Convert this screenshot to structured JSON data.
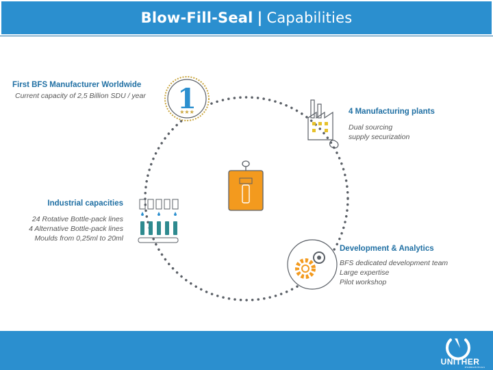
{
  "header": {
    "title_part1": "Blow-Fill-Seal",
    "separator": "|",
    "title_part2": "Capabilities"
  },
  "sections": {
    "first_bfs": {
      "heading": "First BFS Manufacturer Worldwide",
      "lines": [
        "Current capacity of 2,5 Billion SDU / year"
      ]
    },
    "manufacturing": {
      "heading": "4 Manufacturing plants",
      "lines": [
        "Dual sourcing",
        "supply securization"
      ]
    },
    "industrial": {
      "heading": "Industrial capacities",
      "lines": [
        "24 Rotative Bottle-pack lines",
        "4 Alternative Bottle-pack lines",
        "Moulds from 0,25ml to 20ml"
      ]
    },
    "development": {
      "heading": "Development & Analytics",
      "lines": [
        "BFS dedicated development team",
        "Large expertise",
        "Pilot workshop"
      ]
    }
  },
  "badge": {
    "number": "1"
  },
  "footer": {
    "logo_text": "UNITHER",
    "logo_sub": "PHARMACEUTICALS"
  },
  "colors": {
    "brand_blue": "#2b8fcf",
    "heading_blue": "#1f6fa3",
    "accent_orange": "#f39a1e",
    "dots_gray": "#5a5f66",
    "gold": "#c9a43a"
  },
  "icons": [
    "medal-icon",
    "factory-icon",
    "ampoule-icon",
    "production-line-icon",
    "gears-icon",
    "unither-logo"
  ]
}
